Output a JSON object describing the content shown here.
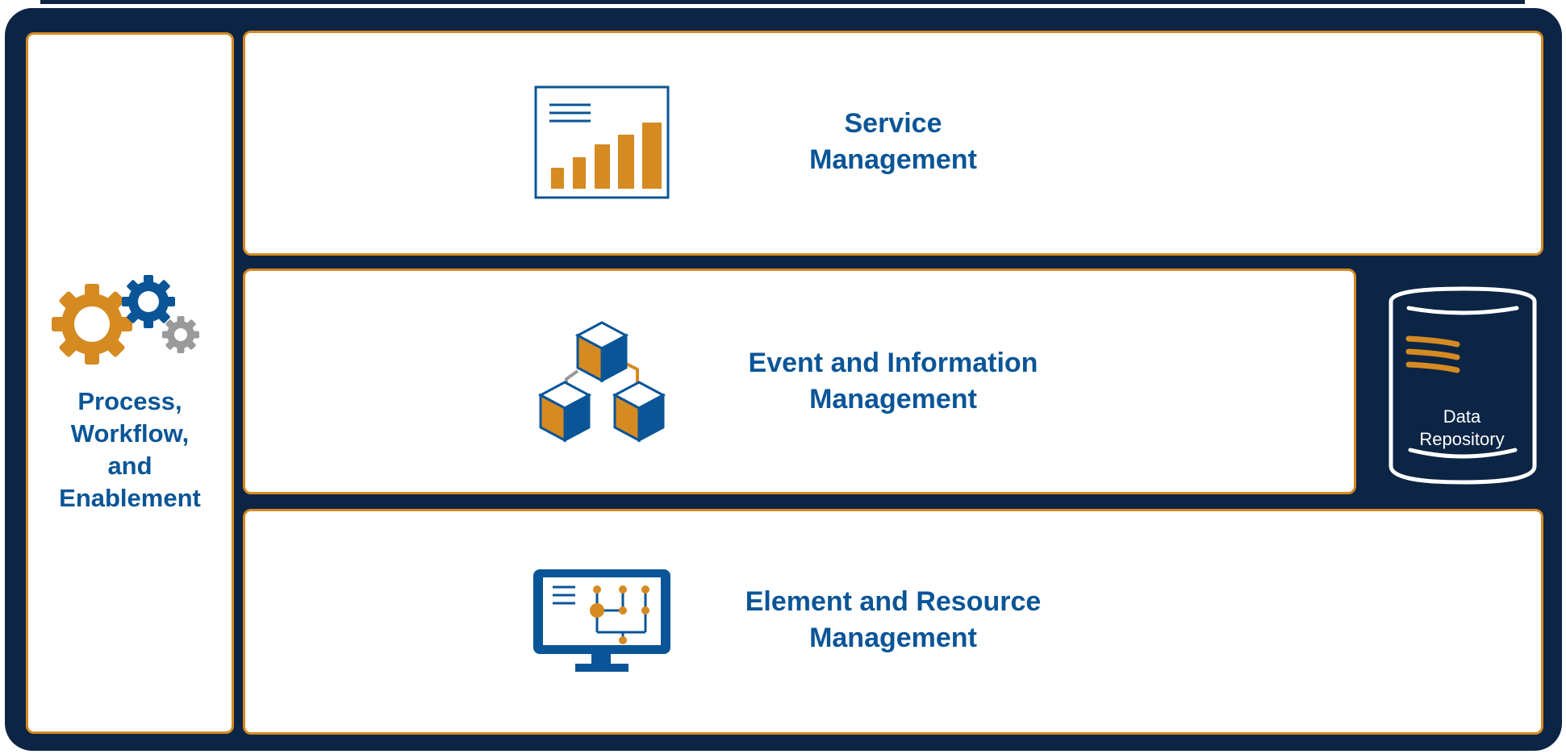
{
  "layers": {
    "process": {
      "lines": [
        "Process,",
        "Workflow,",
        "and",
        "Enablement"
      ],
      "icon": "gears-icon"
    },
    "service": {
      "lines": [
        "Service",
        "Management"
      ],
      "icon": "report-chart-icon"
    },
    "event": {
      "lines": [
        "Event and Information",
        "Management"
      ],
      "icon": "connected-cubes-icon"
    },
    "element": {
      "lines": [
        "Element and Resource",
        "Management"
      ],
      "icon": "monitor-network-icon"
    }
  },
  "repository": {
    "lines": [
      "Data",
      "Repository"
    ],
    "icon": "database-cylinder-icon"
  },
  "colors": {
    "frame": "#0c2545",
    "accent_orange": "#d68a22",
    "text_blue": "#0a5597",
    "gray": "#9a9a9a"
  }
}
